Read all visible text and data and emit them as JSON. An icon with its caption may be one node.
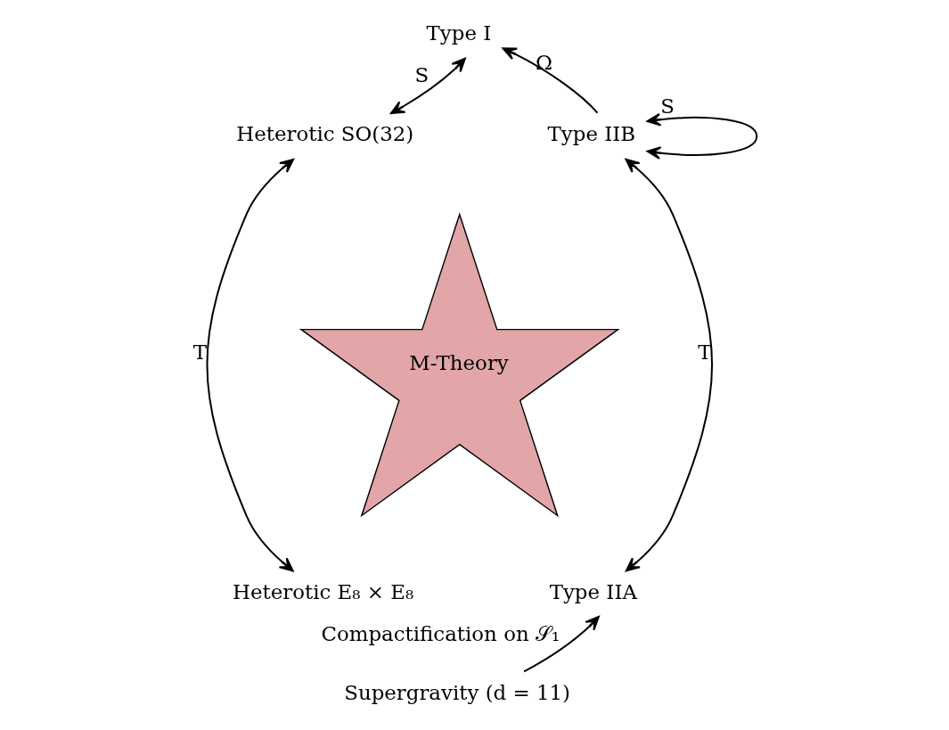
{
  "diagram": {
    "nodes": [
      {
        "text": [
          "Type I"
        ]
      },
      {
        "text": [
          "Heterotic SO(32)"
        ]
      },
      {
        "text": [
          "Type IIB"
        ]
      },
      {
        "text": [
          "Heterotic E₈ × E₈"
        ]
      },
      {
        "text": [
          "Type IIA"
        ]
      },
      {
        "text": [
          "M-Theory"
        ]
      },
      {
        "text": [
          "Supergravity (d = 11)"
        ]
      }
    ],
    "edges": [
      {
        "from": 0,
        "to": 1,
        "arrow": "both",
        "label": "S"
      },
      {
        "from": 2,
        "to": 0,
        "arrow": "to",
        "label": "Ω"
      },
      {
        "from": 2,
        "to": 2,
        "arrow": "both",
        "label": "S"
      },
      {
        "from": 1,
        "to": 3,
        "arrow": "both",
        "label": "T"
      },
      {
        "from": 2,
        "to": 4,
        "arrow": "both",
        "label": "T"
      },
      {
        "from": 6,
        "to": 4,
        "arrow": "to",
        "label": "Compactification on 𝒮₁"
      }
    ]
  }
}
